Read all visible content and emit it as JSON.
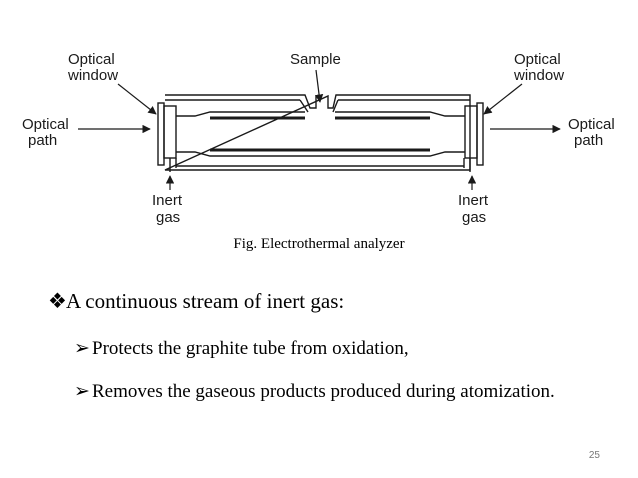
{
  "diagram": {
    "labels": {
      "optical_window_left_1": "Optical",
      "optical_window_left_2": "window",
      "sample": "Sample",
      "optical_window_right_1": "Optical",
      "optical_window_right_2": "window",
      "optical_path_left_1": "Optical",
      "optical_path_left_2": "path",
      "optical_path_right_1": "Optical",
      "optical_path_right_2": "path",
      "inert_gas_left_1": "Inert",
      "inert_gas_left_2": "gas",
      "inert_gas_right_1": "Inert",
      "inert_gas_right_2": "gas"
    },
    "caption": "Fig. Electrothermal analyzer"
  },
  "content": {
    "bullet_main_glyph": "❖",
    "bullet_main": "A continuous stream of inert gas:",
    "sub_glyph": "➢",
    "sub_items": [
      "Protects the graphite tube from oxidation,",
      "Removes the gaseous products produced during atomization."
    ]
  },
  "page_number": "25"
}
